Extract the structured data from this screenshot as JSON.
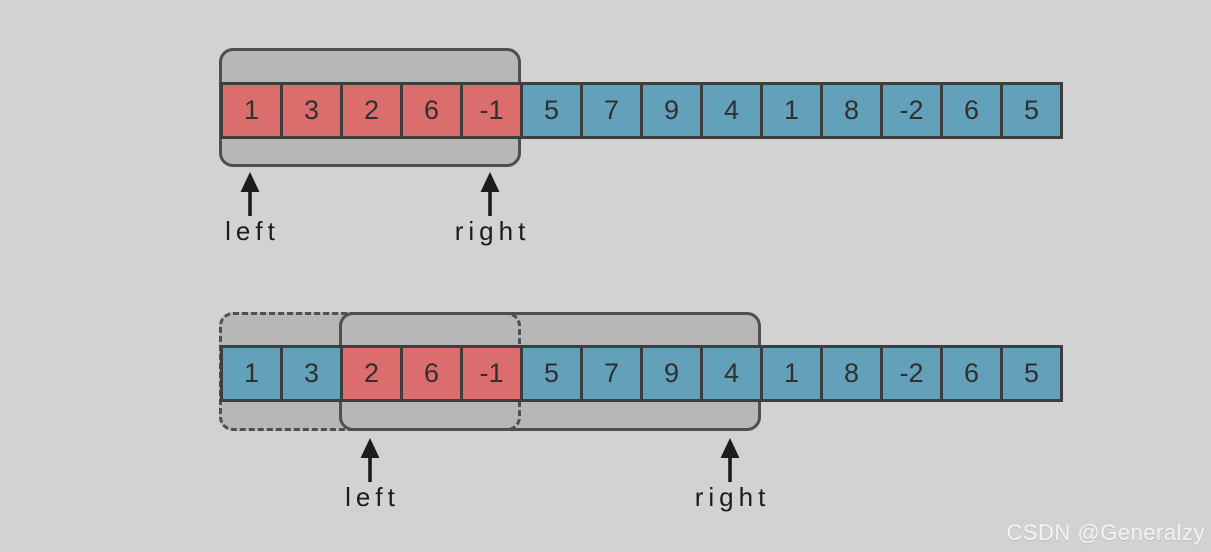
{
  "colors": {
    "page_background": "#d2d2d2",
    "red_cell": "#db6d6d",
    "blue_cell": "#63a0ba",
    "window_fill": "#b7b7b7",
    "window_border": "#4f4f4f",
    "cell_border": "#3e3e3e",
    "number_text": "#303030",
    "arrow_color": "#1c1c1c",
    "label_text": "#1c1c1c",
    "watermark_color": "rgba(255,255,255,0.8)"
  },
  "watermark": "CSDN @Generalzy",
  "diagrams": [
    {
      "name": "window-initial",
      "cells": [
        {
          "value": "1",
          "color": "red"
        },
        {
          "value": "3",
          "color": "red"
        },
        {
          "value": "2",
          "color": "red"
        },
        {
          "value": "6",
          "color": "red"
        },
        {
          "value": "-1",
          "color": "red"
        },
        {
          "value": "5",
          "color": "blue"
        },
        {
          "value": "7",
          "color": "blue"
        },
        {
          "value": "9",
          "color": "blue"
        },
        {
          "value": "4",
          "color": "blue"
        },
        {
          "value": "1",
          "color": "blue"
        },
        {
          "value": "8",
          "color": "blue"
        },
        {
          "value": "-2",
          "color": "blue"
        },
        {
          "value": "6",
          "color": "blue"
        },
        {
          "value": "5",
          "color": "blue"
        }
      ],
      "solid_window": {
        "start_index": 0,
        "end_index": 4
      },
      "dashed_window": null,
      "pointers": [
        {
          "label": "left",
          "index": 0
        },
        {
          "label": "right",
          "index": 4
        }
      ]
    },
    {
      "name": "window-shifted",
      "cells": [
        {
          "value": "1",
          "color": "blue"
        },
        {
          "value": "3",
          "color": "blue"
        },
        {
          "value": "2",
          "color": "red"
        },
        {
          "value": "6",
          "color": "red"
        },
        {
          "value": "-1",
          "color": "red"
        },
        {
          "value": "5",
          "color": "blue"
        },
        {
          "value": "7",
          "color": "blue"
        },
        {
          "value": "9",
          "color": "blue"
        },
        {
          "value": "4",
          "color": "blue"
        },
        {
          "value": "1",
          "color": "blue"
        },
        {
          "value": "8",
          "color": "blue"
        },
        {
          "value": "-2",
          "color": "blue"
        },
        {
          "value": "6",
          "color": "blue"
        },
        {
          "value": "5",
          "color": "blue"
        }
      ],
      "solid_window": {
        "start_index": 2,
        "end_index": 8
      },
      "dashed_window": {
        "start_index": 0,
        "end_index": 4
      },
      "pointers": [
        {
          "label": "left",
          "index": 2
        },
        {
          "label": "right",
          "index": 8
        }
      ]
    }
  ]
}
